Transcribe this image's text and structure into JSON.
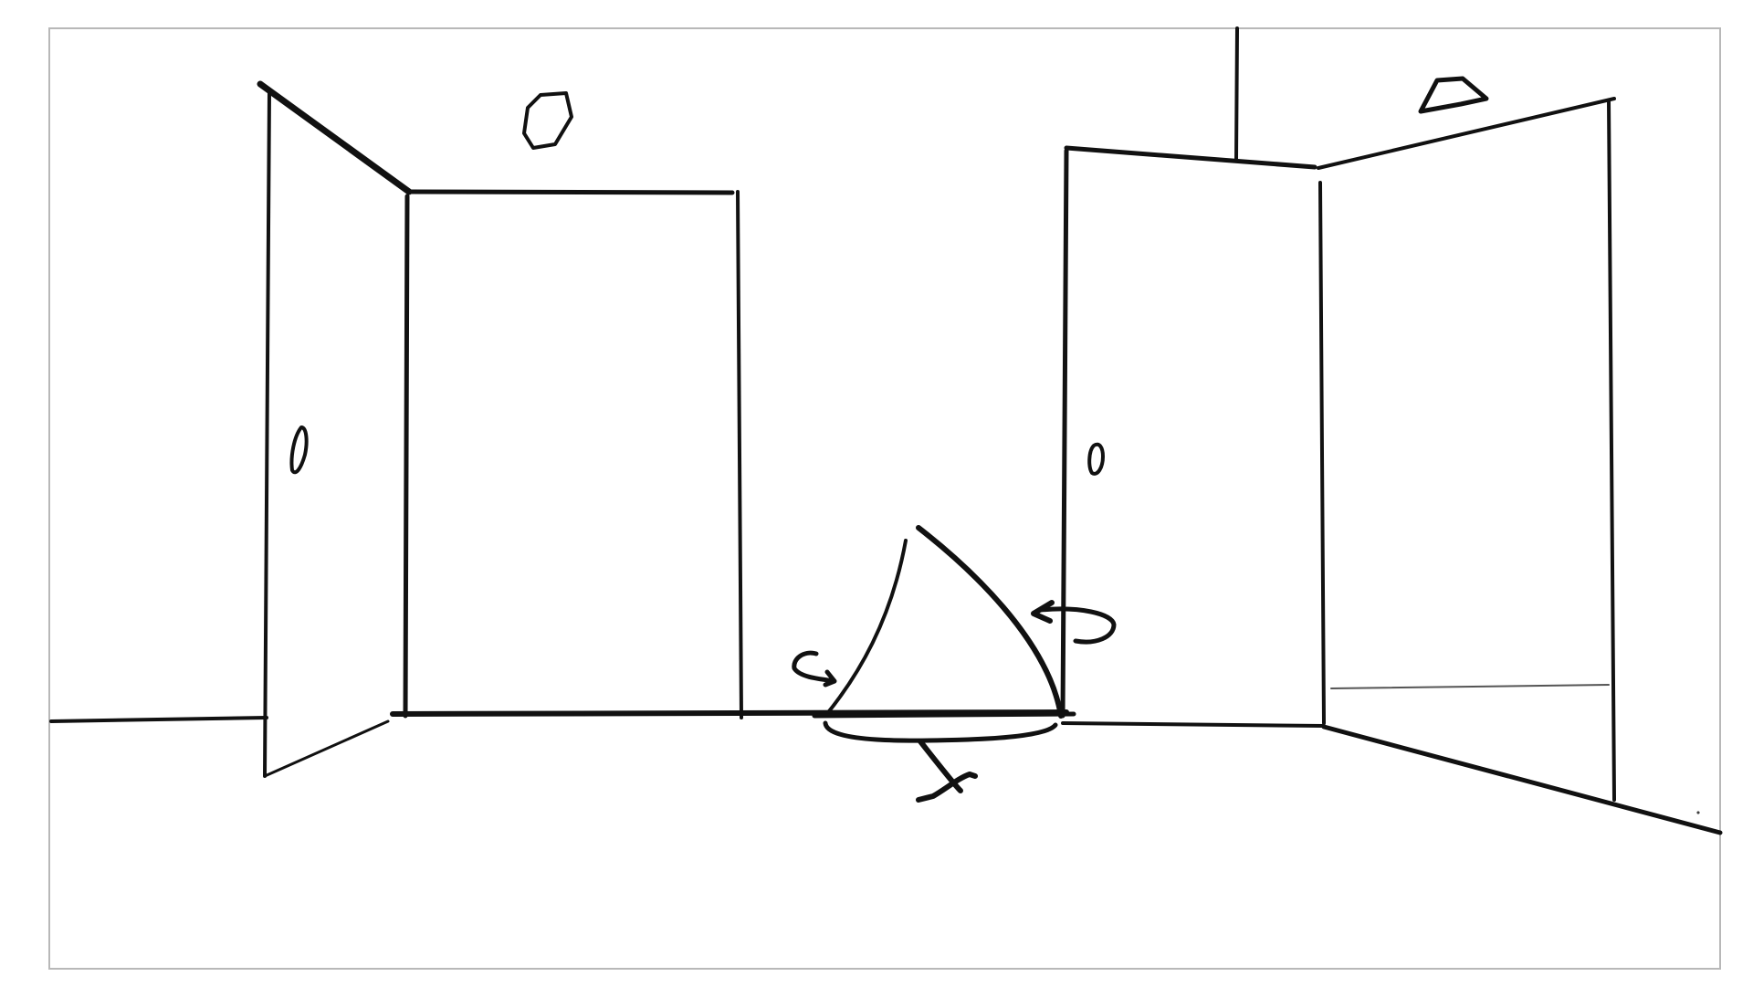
{
  "scene": {
    "frame": {
      "color": "#b8b8b8"
    },
    "ink": {
      "color": "#111111"
    },
    "doors": [
      {
        "id": "left-door",
        "symbol": "hexagon",
        "knob": true
      },
      {
        "id": "right-door",
        "symbol": "trapezoid",
        "knob": true
      }
    ],
    "center_object": {
      "shape": "triangle",
      "markings": [
        "clockwise-arrow",
        "left-arrow",
        "x-mark",
        "base-arc"
      ]
    }
  }
}
